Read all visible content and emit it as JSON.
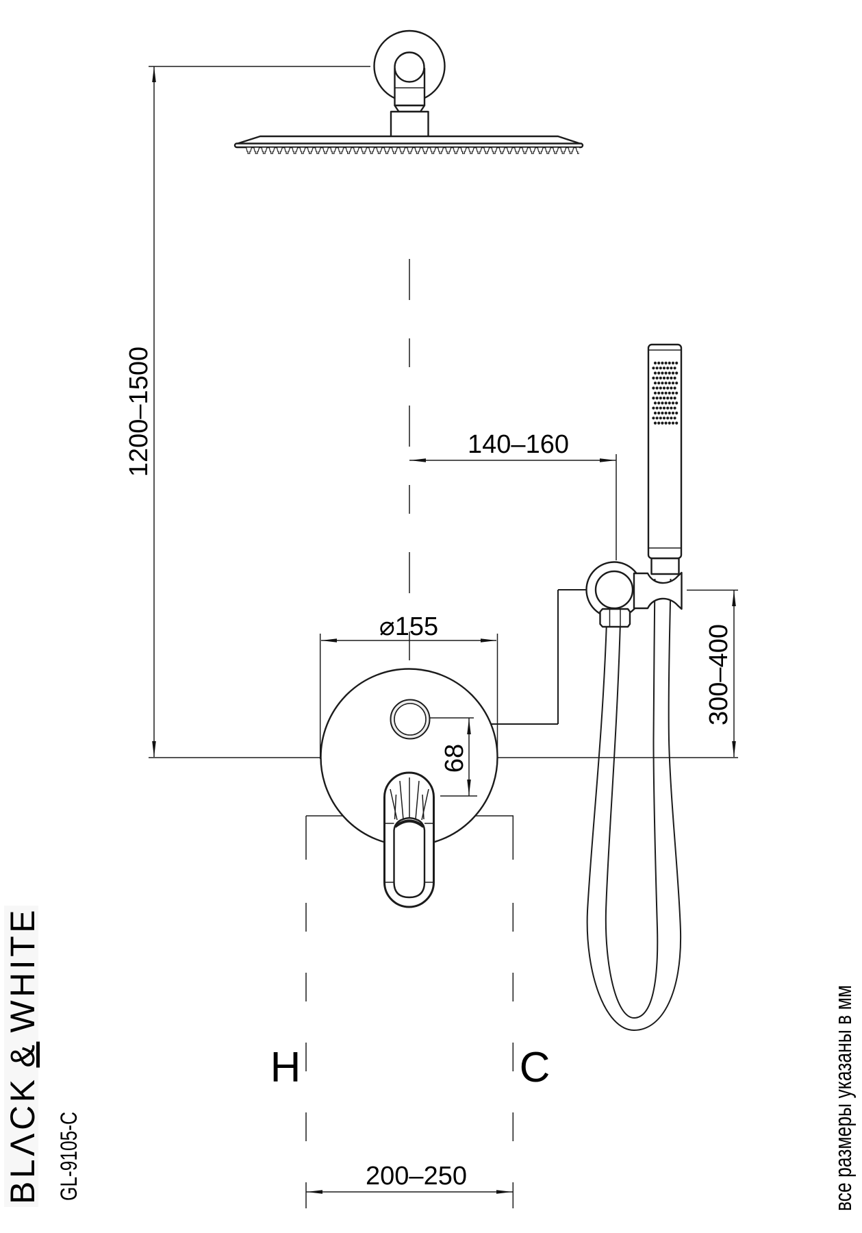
{
  "drawing": {
    "brand": {
      "part1": "BLΛCK",
      "amp": "&",
      "part2": "WHITE"
    },
    "model": "GL-9105-C",
    "note": "все размеры указаны в мм",
    "labels": {
      "hot": "H",
      "cold": "C"
    },
    "dimensions": {
      "height_range": "1200–1500",
      "offset_range": "140–160",
      "plate_diameter": "⌀155",
      "button_offset": "68",
      "holder_height_range": "300–400",
      "supply_spacing": "200–250"
    }
  }
}
